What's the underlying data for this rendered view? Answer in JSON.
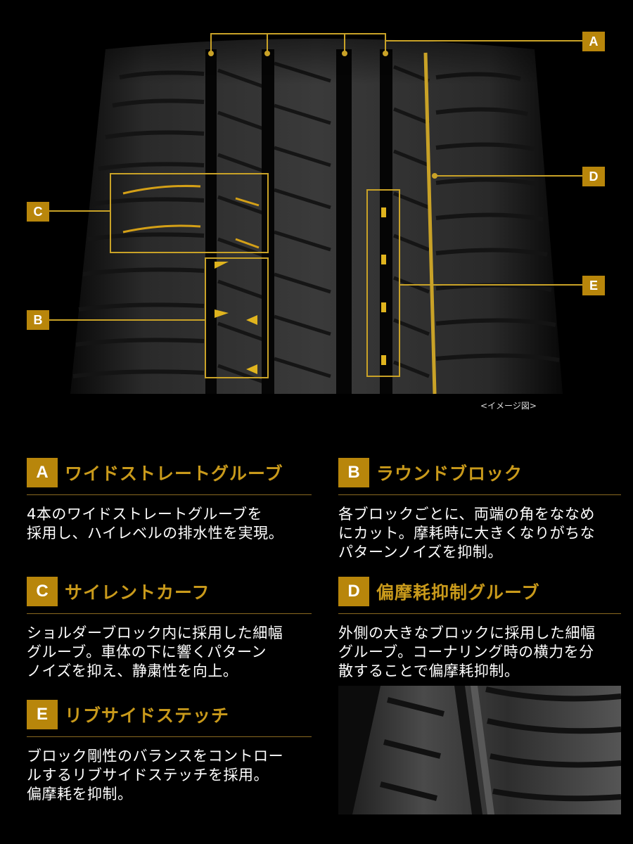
{
  "hero": {
    "markers": [
      "A",
      "B",
      "C",
      "D",
      "E"
    ],
    "caption": "<イメージ図>"
  },
  "features": [
    {
      "letter": "A",
      "title": "ワイドストレートグルーブ",
      "lines": [
        "4本のワイドストレートグルーブを",
        "採用し、ハイレベルの排水性を実現。"
      ]
    },
    {
      "letter": "B",
      "title": "ラウンドブロック",
      "lines": [
        "各ブロックごとに、両端の角をななめ",
        "にカット。摩耗時に大きくなりがちな",
        "パターンノイズを抑制。"
      ]
    },
    {
      "letter": "C",
      "title": "サイレントカーフ",
      "lines": [
        "ショルダーブロック内に採用した細幅",
        "グルーブ。車体の下に響くパターン",
        "ノイズを抑え、静粛性を向上。"
      ]
    },
    {
      "letter": "D",
      "title": "偏摩耗抑制グルーブ",
      "lines": [
        "外側の大きなブロックに採用した細幅",
        "グルーブ。コーナリング時の横力を分",
        "散することで偏摩耗抑制。"
      ]
    },
    {
      "letter": "E",
      "title": "リブサイドステッチ",
      "lines": [
        "ブロック剛性のバランスをコントロー",
        "ルするリブサイドステッチを採用。",
        "偏摩耗を抑制。"
      ]
    }
  ],
  "colors": {
    "accent": "#b8860b",
    "title": "#c99a1b",
    "background": "#000000"
  }
}
